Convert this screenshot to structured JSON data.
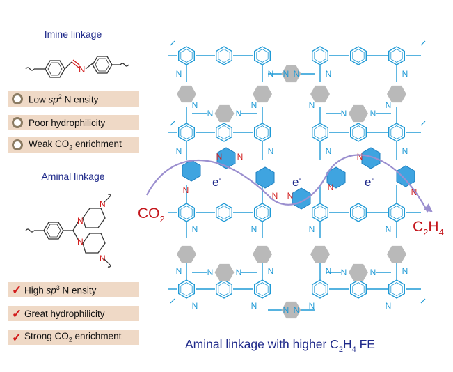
{
  "imine": {
    "title": "Imine linkage",
    "features": [
      {
        "pre": "Low ",
        "em": "sp",
        "sup": "2",
        "post": " N ensity"
      },
      {
        "pre": "Poor hydrophilicity",
        "em": "",
        "sup": "",
        "post": ""
      },
      {
        "pre": "Weak CO",
        "sub": "2",
        "post": " enrichment"
      }
    ]
  },
  "aminal": {
    "title": "Aminal linkage",
    "features": [
      {
        "pre": "High ",
        "em": "sp",
        "sup": "3",
        "post": " N ensity"
      },
      {
        "pre": "Great hydrophilicity",
        "em": "",
        "sup": "",
        "post": ""
      },
      {
        "pre": "Strong CO",
        "sub": "2",
        "post": " enrichment"
      }
    ]
  },
  "network": {
    "atom_label": "N",
    "electron_label": "e",
    "electron_charge": "-",
    "reactant": {
      "main": "CO",
      "sub": "2"
    },
    "product": {
      "main": "C",
      "sub1": "2",
      "mid": "H",
      "sub2": "4"
    },
    "caption": {
      "pre": "Aminal linkage with higher C",
      "sub1": "2",
      "mid": "H",
      "sub2": "4",
      "post": " FE"
    }
  },
  "colors": {
    "framework": "#1f9ad6",
    "nitrogen": "#1f9ad6",
    "imine_nitrogen": "#d21c1c",
    "linker_gray": "#b9b9b9",
    "active_site": "#3fa4e0",
    "path_arrow": "#9b8fcf",
    "heading": "#1f2a8a",
    "highlight_text": "#c4161c",
    "pill_bg": "#efd9c6"
  }
}
